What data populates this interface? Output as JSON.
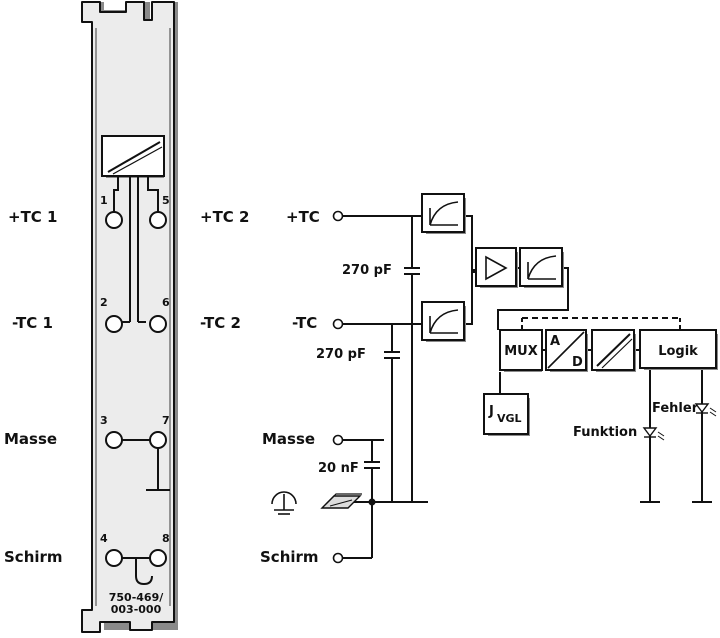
{
  "module_labels": {
    "tc1_plus": "+TC 1",
    "tc2_plus": "+TC 2",
    "tc1_minus": "-TC 1",
    "tc2_minus": "-TC 2",
    "masse": "Masse",
    "schirm": "Schirm"
  },
  "pins": [
    "1",
    "5",
    "2",
    "6",
    "3",
    "7",
    "4",
    "8"
  ],
  "part_number_line1": "750-469/",
  "part_number_line2": "003-000",
  "schematic": {
    "tc_plus": "+TC",
    "tc_minus": "-TC",
    "masse": "Masse",
    "schirm": "Schirm",
    "cap1": "270 pF",
    "cap2": "270 pF",
    "cap3": "20 nF",
    "mux": "MUX",
    "ad_a": "A",
    "ad_d": "D",
    "logik": "Logik",
    "vgl_j": "J",
    "vgl_sub": "VGL",
    "fehler": "Fehler",
    "funktion": "Funktion"
  },
  "icons": [
    "amplifier-triangle-icon",
    "lowpass-filter-icon",
    "isolation-slash-icon",
    "ground-icon",
    "din-rail-icon",
    "led-icon"
  ],
  "colors": {
    "line": "#111111",
    "module_fill": "#ececec",
    "shadow": "#8a8a8a"
  }
}
